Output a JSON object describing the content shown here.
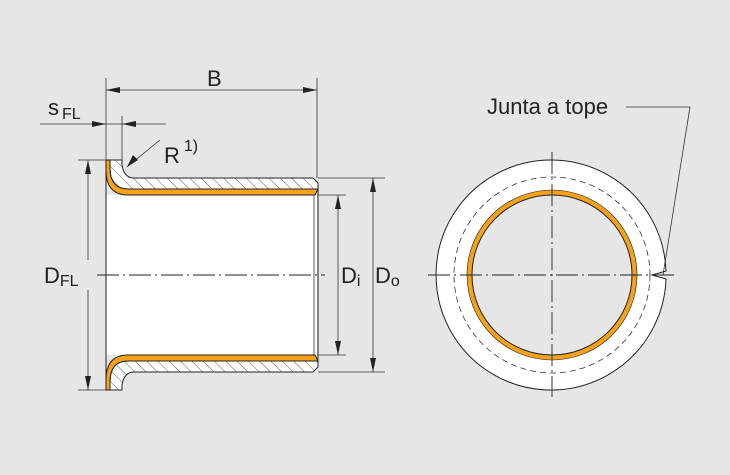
{
  "labels": {
    "B": "B",
    "s_main": "s",
    "s_sub": "FL",
    "R_main": "R",
    "R_note": "1)",
    "DFL_main": "D",
    "DFL_sub": "FL",
    "Di_main": "D",
    "Di_sub": "i",
    "Do_main": "D",
    "Do_sub": "o",
    "butt_joint": "Junta a tope"
  },
  "colors": {
    "background": "#e6e6e6",
    "sliding_layer": "#f5a21b",
    "steel": "#ffffff"
  }
}
